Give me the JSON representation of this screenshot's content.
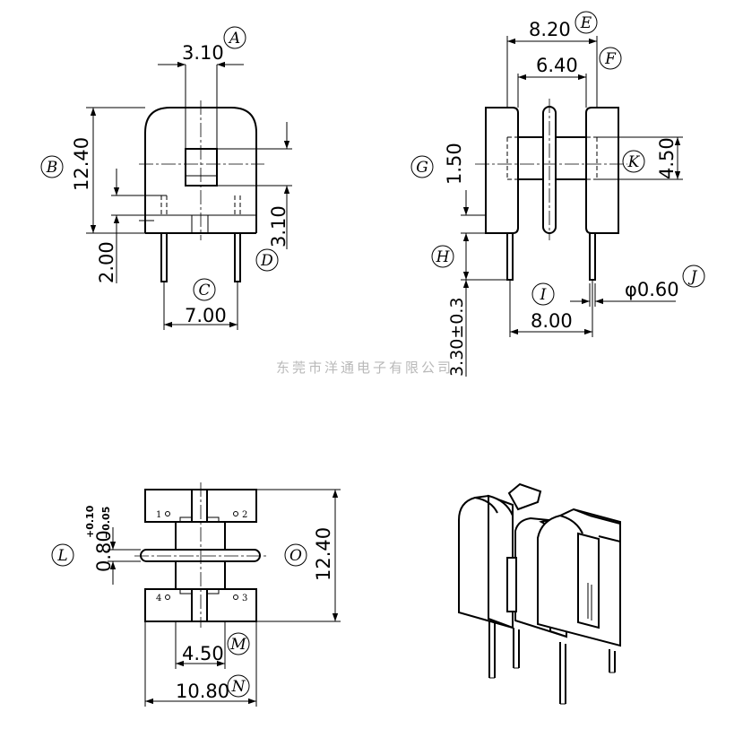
{
  "watermark": "东莞市洋通电子有限公司",
  "labels": {
    "A": "A",
    "B": "B",
    "C": "C",
    "D": "D",
    "E": "E",
    "F": "F",
    "G": "G",
    "H": "H",
    "I": "I",
    "J": "J",
    "K": "K",
    "L": "L",
    "M": "M",
    "N": "N",
    "O": "O"
  },
  "dimensions": {
    "A": "3.10",
    "B": "12.40",
    "C": "7.00",
    "D": "3.10",
    "lead_length": "2.00",
    "E": "8.20",
    "F": "6.40",
    "G": "1.50",
    "H": "3.30±0.3",
    "I": "8.00",
    "J": "φ0.60",
    "K": "4.50",
    "L": "0.80",
    "L_tol_plus": "+0.10",
    "L_tol_minus": "−0.05",
    "M": "4.50",
    "N": "10.80",
    "O": "12.40"
  },
  "pins": [
    "1",
    "2",
    "3",
    "4"
  ],
  "colors": {
    "line": "#000000",
    "background": "#ffffff",
    "watermark": "#b9b9b9"
  }
}
